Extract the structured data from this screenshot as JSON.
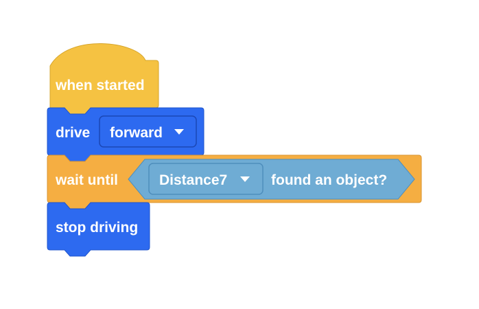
{
  "blocks": {
    "when_started": {
      "label": "when started",
      "color": "#F5C242",
      "border": "#D6A52A"
    },
    "drive": {
      "label": "drive",
      "direction_value": "forward",
      "color": "#2D6AF0",
      "border": "#1F54CC",
      "field_border": "#1B47B5",
      "dropdown_icon": "caret-down-icon"
    },
    "wait_until": {
      "label": "wait until",
      "color": "#F5AE42",
      "border": "#D99430",
      "condition": {
        "sensor_value": "Distance7",
        "suffix_label": "found an object?",
        "color": "#6FACD4",
        "border": "#4E8EBC",
        "field_border": "#4E8EBC",
        "dropdown_icon": "caret-down-icon"
      }
    },
    "stop_driving": {
      "label": "stop driving",
      "color": "#2D6AF0",
      "border": "#1F54CC"
    }
  }
}
